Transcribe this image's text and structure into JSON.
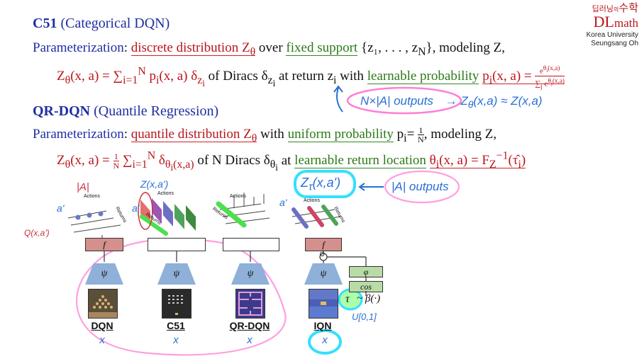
{
  "logo": {
    "top_line": "딥러닝",
    "connector": "의",
    "top_right": "수학",
    "brand_dl": "DL",
    "brand_math": "math",
    "university": "Korea University",
    "author": "Seungsang Oh"
  },
  "c51": {
    "title_bold": "C51",
    "title_rest": "(Categorical DQN)",
    "param_label": "Parameterization",
    "colon": ":",
    "dist": "discrete distribution Z",
    "dist_sub": "θ",
    "over": "over",
    "fixed_support": "fixed support",
    "support_set": "{z₁, . . . , z",
    "support_sub": "N",
    "support_close": "}, modeling Z,",
    "formula_lhs": "Z",
    "formula_lhs_sub": "θ",
    "formula_args": "(x, a) = ∑",
    "formula_sum_sub": "i=1",
    "formula_sum_sup": "N",
    "formula_body": "p",
    "formula_body_sub": "i",
    "formula_body2": "(x, a) δ",
    "formula_delta_sub": "z",
    "formula_delta_subsub": "i",
    "of_diracs": "of Diracs δ",
    "at_return": "at return z",
    "with": "with",
    "learnable_prob": "learnable probability",
    "prob_lhs": "p",
    "prob_args": "(x, a) =",
    "frac_num": "e",
    "frac_num_sup": "θ",
    "frac_num_sup2": "(x,a)",
    "frac_den": "∑",
    "frac_den2": " e",
    "frac_den_sup": "θ",
    "frac_den_sup2": "(x,a)"
  },
  "qrdqn": {
    "title_bold": "QR-DQN",
    "title_rest": "(Quantile Regression)",
    "param_label": "Parameterization",
    "colon": ":",
    "dist": "quantile distribution Z",
    "dist_sub": "θ",
    "with": "with",
    "uniform_prob": "uniform probability",
    "prob": "p",
    "prob_sub": "i",
    "prob_eq": "=",
    "prob_frac_num": "1",
    "prob_frac_den": "N",
    "modeling": ", modeling Z,",
    "formula_lhs": "Z",
    "formula_lhs_sub": "θ",
    "formula_args": "(x, a) =",
    "frac_num": "1",
    "frac_den": "N",
    "sum": "∑",
    "sum_sub": "i=1",
    "sum_sup": "N",
    "delta": "δ",
    "delta_sub": "θ",
    "delta_sub2": "(x,a)",
    "of_n": "of N Diracs δ",
    "of_n_sub": "θ",
    "at": "at",
    "learnable_loc": "learnable return location",
    "theta_expr": "θ",
    "theta_expr2": "(x, a) = F",
    "theta_expr_sub": "Z",
    "theta_expr_sup": "−1",
    "theta_expr3": "(τ̂",
    "theta_expr3_sub": "i",
    "theta_close": ")"
  },
  "annotations": {
    "outputs_c51": "N×|A| outputs",
    "approx": "→ Z",
    "approx_sub": "θ",
    "approx_rest": "(x,a) ≈ Z(x,a)",
    "iqn_z": "Z",
    "iqn_z_sub": "τ",
    "iqn_z_args": "(x,a')",
    "iqn_outputs": "|A| outputs",
    "abs_a": "|A|",
    "a_prime_1": "a'",
    "a_prime_2": "a'",
    "a_prime_3": "a'",
    "q_label": "Q(x,a')",
    "z_label": "Z(x,a')",
    "uniform": "U[0,1]",
    "tau": "τ",
    "beta": "~ β(·)"
  },
  "diagram": {
    "actions_label": "Actions",
    "returns_label": "Returns",
    "f_label": "f",
    "psi_label": "ψ",
    "phi_label": "φ",
    "cos_label": "cos",
    "odot": "⊙",
    "networks": [
      {
        "name": "DQN",
        "x_label": "x"
      },
      {
        "name": "C51",
        "x_label": "x"
      },
      {
        "name": "QR-DQN",
        "x_label": "x"
      },
      {
        "name": "IQN",
        "x_label": "x"
      }
    ]
  },
  "colors": {
    "title_blue": "#1f2ea3",
    "accent_red": "#b8161d",
    "accent_green": "#2c7a18",
    "hand_blue": "#2a6fd6",
    "highlight_cyan": "#33e0ff",
    "highlight_pink": "#ff7fd8",
    "highlight_green": "#5ee85e"
  }
}
